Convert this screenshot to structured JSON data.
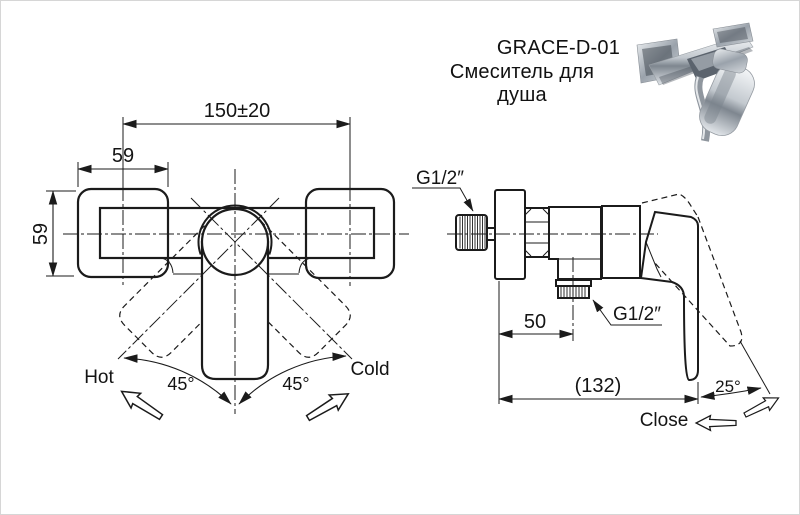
{
  "header": {
    "model": "GRACE-D-01",
    "subtitle": "Смеситель для душа"
  },
  "front_view": {
    "dim_total_width": "150±20",
    "dim_block_width": "59",
    "dim_block_height": "59",
    "label_hot": "Hot",
    "label_cold": "Cold",
    "angle_hot": "45°",
    "angle_cold": "45°"
  },
  "side_view": {
    "thread_inlet": "G1/2″",
    "thread_outlet": "G1/2″",
    "dim_outlet_offset": "50",
    "dim_depth": "(132)",
    "angle_close": "25°",
    "label_close": "Close"
  },
  "colors": {
    "line": "#1b1b1b",
    "background": "#ffffff",
    "chrome": "#c3c9cf"
  }
}
